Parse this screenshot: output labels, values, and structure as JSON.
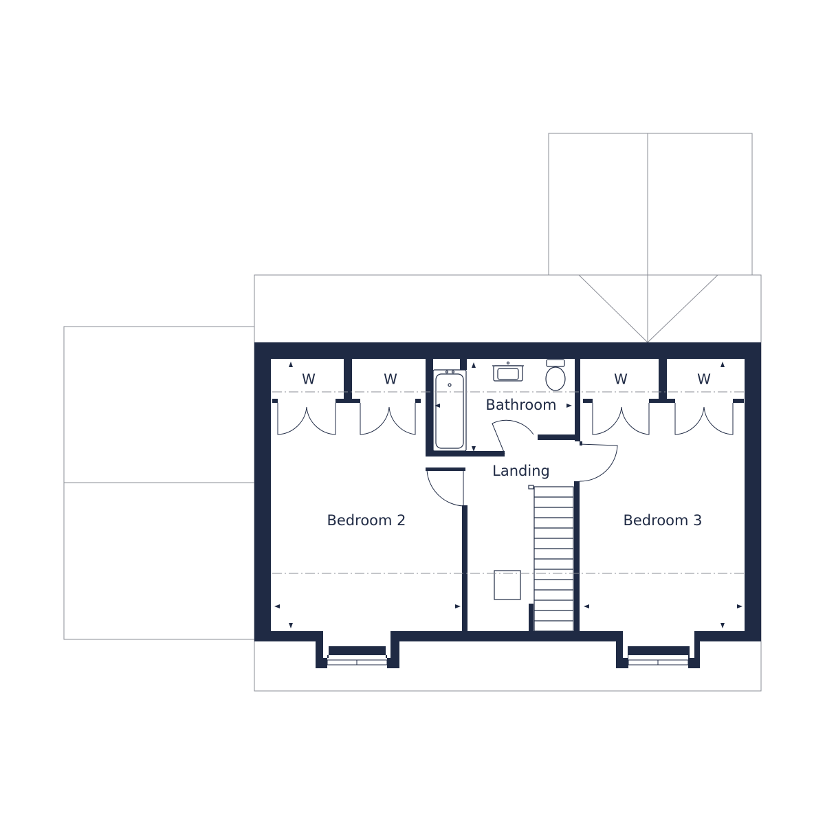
{
  "colors": {
    "wall": "#1f2a44",
    "outline": "#8a8d96",
    "background": "#ffffff"
  },
  "rooms": {
    "bedroom2": "Bedroom 2",
    "bedroom3": "Bedroom 3",
    "bathroom": "Bathroom",
    "landing": "Landing"
  },
  "wardrobes": [
    {
      "label": "W"
    },
    {
      "label": "W"
    },
    {
      "label": "W"
    },
    {
      "label": "W"
    }
  ]
}
